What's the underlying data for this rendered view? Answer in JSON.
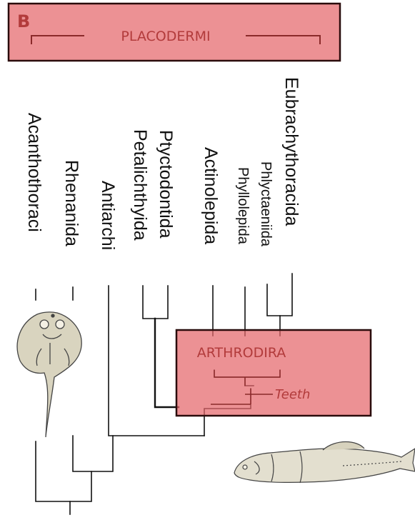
{
  "panel": {
    "letter": "B",
    "group_label": "PLACODERMI",
    "clade_label": "ARTHRODIRA",
    "character_label": "Teeth"
  },
  "taxa": [
    "Acanthothoraci",
    "Rhenanida",
    "Antiarchi",
    "Petalichthyida",
    "Ptyctodontida",
    "Actinolepida",
    "Phyllolepida",
    "Phlyctaeniida",
    "Eubrachythoracida"
  ],
  "colors": {
    "highlight_fill": "#e4676b",
    "highlight_border": "#2a0c0c",
    "highlight_text": "#b23b3b",
    "tree_lines": "#111111"
  },
  "illustrations": [
    "ray-like-placoderm-icon",
    "arthrodire-fish-icon"
  ]
}
